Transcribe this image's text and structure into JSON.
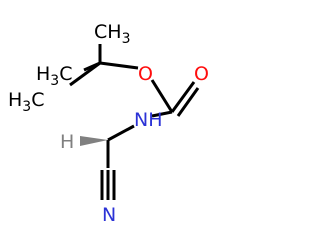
{
  "colors": {
    "carbon": "#000000",
    "oxygen": "#ff0d0d",
    "nitrogen": "#2b32d6",
    "hydrogen": "#808080",
    "background": "#ffffff"
  },
  "labels": {
    "methyl_top_right": "CH3",
    "methyl_upper_left": "H3C",
    "methyl_left": "H3C",
    "ester_oxygen": "O",
    "carbonyl_oxygen": "O",
    "amide_nitrogen": "NH",
    "stereo_hydrogen": "H",
    "nitrile_nitrogen": "N"
  }
}
